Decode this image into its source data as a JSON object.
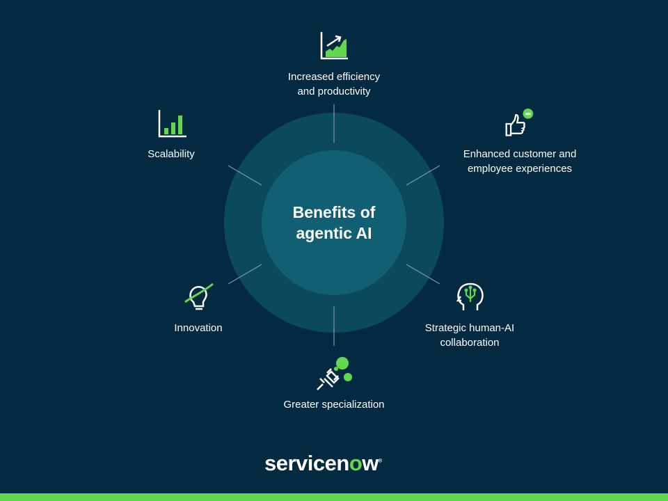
{
  "center_title": [
    "Benefits of",
    "agentic AI"
  ],
  "benefits": [
    {
      "icon": "chart-growth-icon",
      "lines": [
        "Increased efficiency",
        "and productivity"
      ]
    },
    {
      "icon": "thumbs-up-chat-icon",
      "lines": [
        "Enhanced customer and",
        "employee experiences"
      ]
    },
    {
      "icon": "human-ai-head-icon",
      "lines": [
        "Strategic human-AI",
        "collaboration"
      ]
    },
    {
      "icon": "plug-icon",
      "lines": [
        "Greater specialization"
      ]
    },
    {
      "icon": "lightbulb-icon",
      "lines": [
        "Innovation"
      ]
    },
    {
      "icon": "bar-chart-icon",
      "lines": [
        "Scalability"
      ]
    }
  ],
  "logo": {
    "text_a": "servicen",
    "text_o": "o",
    "text_b": "w",
    "mark": "®"
  },
  "colors": {
    "background": "#032a40",
    "accent": "#62d84e",
    "outer_ring": "#0b4a5c",
    "inner_circle": "#115f73"
  }
}
